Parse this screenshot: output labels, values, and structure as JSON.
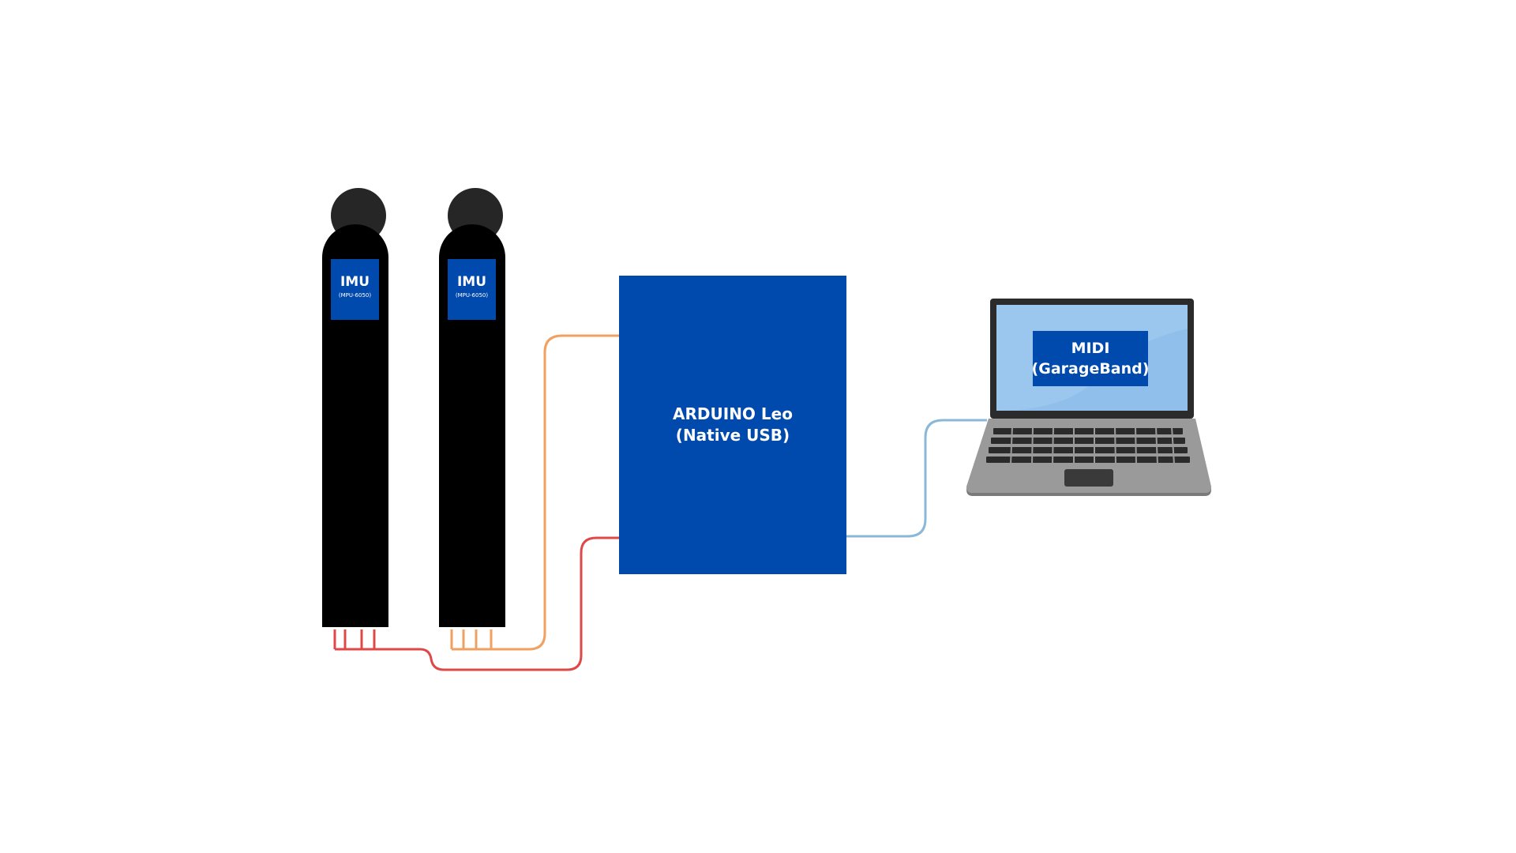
{
  "sensors": [
    {
      "title": "IMU",
      "model": "(MPU-6050)"
    },
    {
      "title": "IMU",
      "model": "(MPU-6050)"
    }
  ],
  "board": {
    "line1": "ARDUINO Leo",
    "line2": "(Native USB)"
  },
  "computer": {
    "line1": "MIDI",
    "line2": "(GarageBand)"
  },
  "colors": {
    "sensor_body": "#000000",
    "sensor_head": "#262626",
    "label_blue": "#0049ad",
    "wire_red": "#e04848",
    "wire_orange": "#f0a060",
    "wire_usb": "#8cb8d8",
    "laptop_screen": "#8fbfea",
    "laptop_base": "#9a9a9a"
  }
}
